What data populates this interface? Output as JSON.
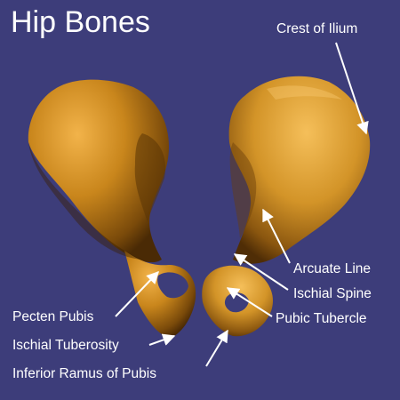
{
  "title": "Hip Bones",
  "labels": {
    "crest_of_ilium": "Crest of Ilium",
    "arcuate_line": "Arcuate Line",
    "ischial_spine": "Ischial Spine",
    "pubic_tubercle": "Pubic Tubercle",
    "pecten_pubis": "Pecten Pubis",
    "ischial_tuberosity": "Ischial Tuberosity",
    "inferior_ramus_of_pubis": "Inferior Ramus of Pubis"
  },
  "colors": {
    "background": "#3d3d7a",
    "bone": "#c98a1e",
    "text": "#ffffff"
  }
}
